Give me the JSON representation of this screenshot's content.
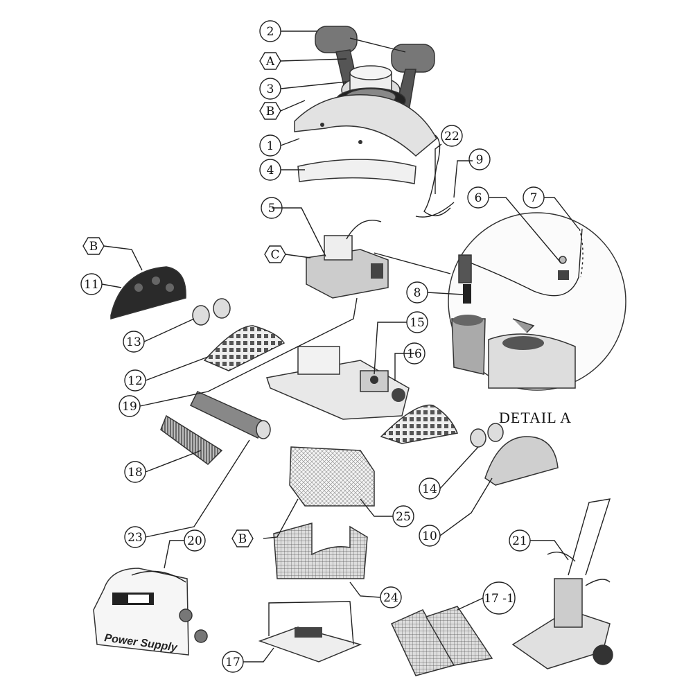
{
  "detail_title": "DETAIL A",
  "power_supply_text": "Power Supply",
  "callouts": {
    "c2": "2",
    "cA": "A",
    "c3": "3",
    "cB1": "B",
    "c1": "1",
    "c4": "4",
    "c22": "22",
    "c9": "9",
    "c5": "5",
    "cC": "C",
    "c6": "6",
    "c7": "7",
    "c8": "8",
    "cB2": "B",
    "c11": "11",
    "c13": "13",
    "c12": "12",
    "c19": "19",
    "c15": "15",
    "c16": "16",
    "c18": "18",
    "c14": "14",
    "c10": "10",
    "c25": "25",
    "c23": "23",
    "c20": "20",
    "cB3": "B",
    "c24": "24",
    "c21": "21",
    "c17_1": "17 -1",
    "c17": "17"
  }
}
